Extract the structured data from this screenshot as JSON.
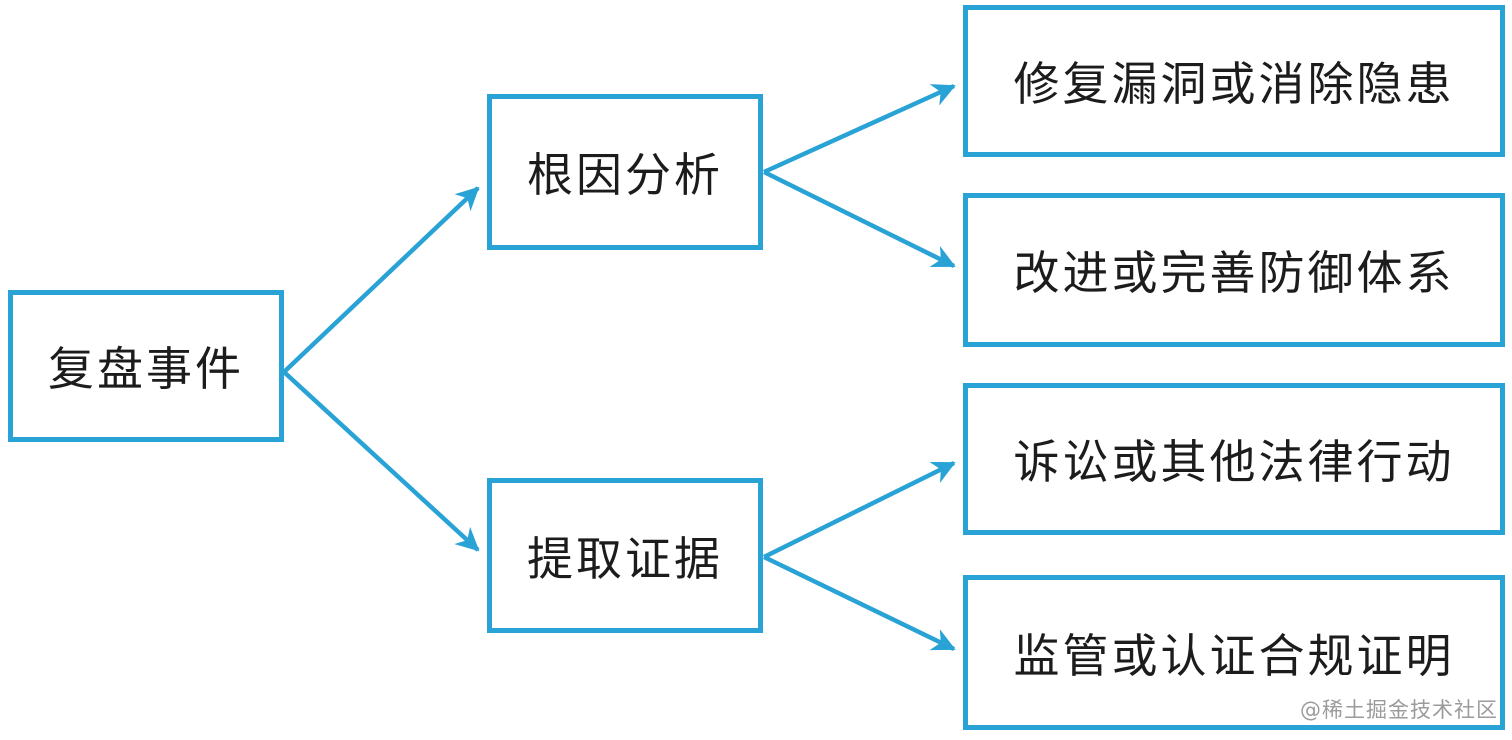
{
  "diagram": {
    "type": "flowchart",
    "direction": "left-to-right",
    "background_color": "#ffffff",
    "accent_color": "#29a3d6",
    "text_color": "#1c1c1c",
    "watermark_color": "#9b9b9b",
    "nodes": [
      {
        "id": "review",
        "label": "复盘事件"
      },
      {
        "id": "root-cause",
        "label": "根因分析"
      },
      {
        "id": "evidence",
        "label": "提取证据"
      },
      {
        "id": "fix",
        "label": "修复漏洞或消除隐患"
      },
      {
        "id": "defense",
        "label": "改进或完善防御体系"
      },
      {
        "id": "legal",
        "label": "诉讼或其他法律行动"
      },
      {
        "id": "compliance",
        "label": "监管或认证合规证明"
      }
    ],
    "edges": [
      {
        "from": "review",
        "to": "root-cause"
      },
      {
        "from": "review",
        "to": "evidence"
      },
      {
        "from": "root-cause",
        "to": "fix"
      },
      {
        "from": "root-cause",
        "to": "defense"
      },
      {
        "from": "evidence",
        "to": "legal"
      },
      {
        "from": "evidence",
        "to": "compliance"
      }
    ],
    "watermark": "@稀土掘金技术社区"
  }
}
